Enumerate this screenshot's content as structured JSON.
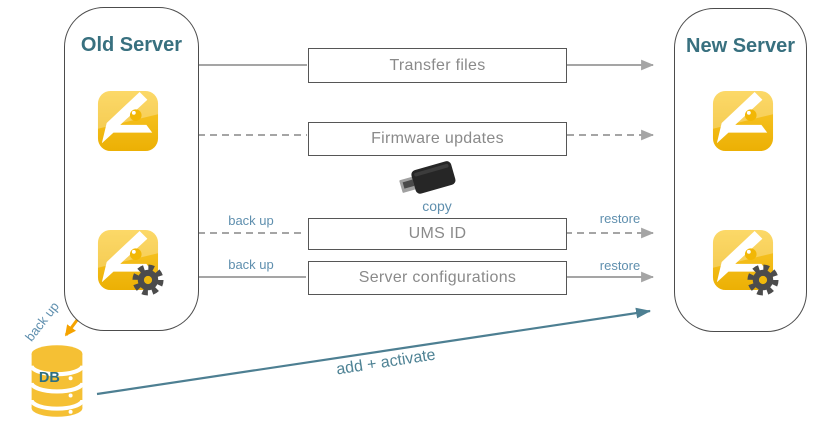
{
  "old_server": {
    "title": "Old Server"
  },
  "new_server": {
    "title": "New Server"
  },
  "steps": [
    {
      "label": "Transfer files",
      "line_style": "solid"
    },
    {
      "label": "Firmware updates",
      "line_style": "dashed"
    },
    {
      "label": "UMS ID",
      "line_style": "dashed"
    },
    {
      "label": "Server configurations",
      "line_style": "solid"
    }
  ],
  "labels": {
    "ums_id_backup": "back up",
    "ums_id_restore": "restore",
    "server_config_backup": "back up",
    "server_config_restore": "restore",
    "copy": "copy",
    "db_backup": "back up",
    "add_activate": "add + activate"
  },
  "db": {
    "label": "DB"
  },
  "icons": {
    "ums_app": "igel-ums-icon",
    "ums_config": "igel-ums-gear-icon",
    "usb": "usb-stick-icon",
    "database": "database-cylinder-icon"
  },
  "colors": {
    "title_teal": "#38707f",
    "label_blue": "#5f8fae",
    "teal_arrow": "#4d7f92",
    "line_gray": "#a5a5a5",
    "orange": "#f5a300",
    "igel_yellow": "#f2b705",
    "gear_gray": "#4c4c4c"
  }
}
